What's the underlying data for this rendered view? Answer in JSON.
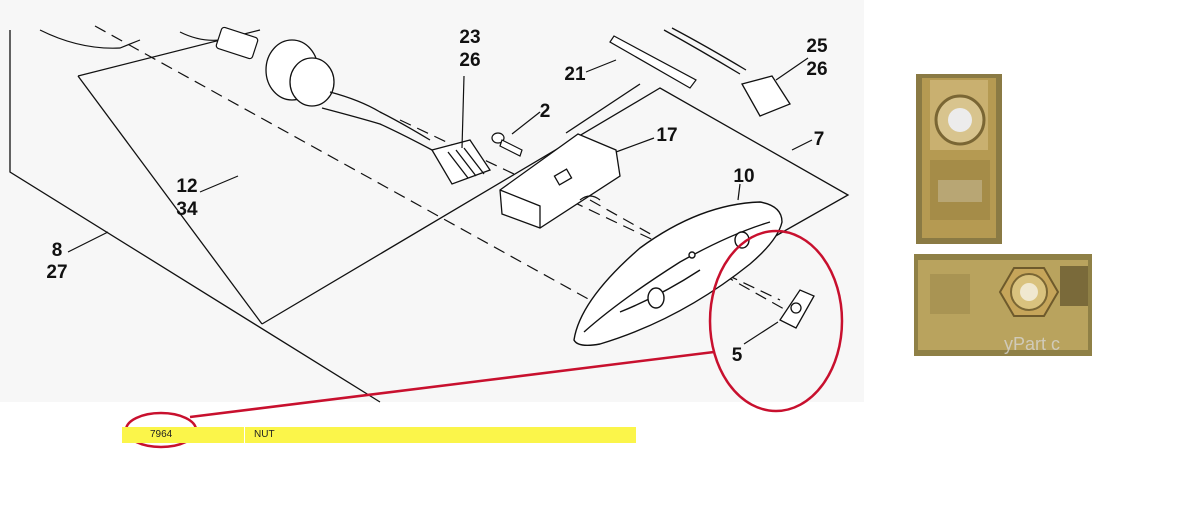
{
  "callouts": {
    "c23": "23",
    "c26a": "26",
    "c25": "25",
    "c26b": "26",
    "c21": "21",
    "c2": "2",
    "c17": "17",
    "c7": "7",
    "c12": "12",
    "c34": "34",
    "c10": "10",
    "c8": "8",
    "c27": "27",
    "c5": "5"
  },
  "parts_row": {
    "part_number": "7964",
    "description": "NUT"
  },
  "photos": [
    {
      "name": "nut-photo-top",
      "watermark": ""
    },
    {
      "name": "nut-photo-bottom",
      "watermark": "yPart c"
    }
  ],
  "colors": {
    "highlight_row": "#fbf54a",
    "annotation_red": "#c8102e"
  }
}
